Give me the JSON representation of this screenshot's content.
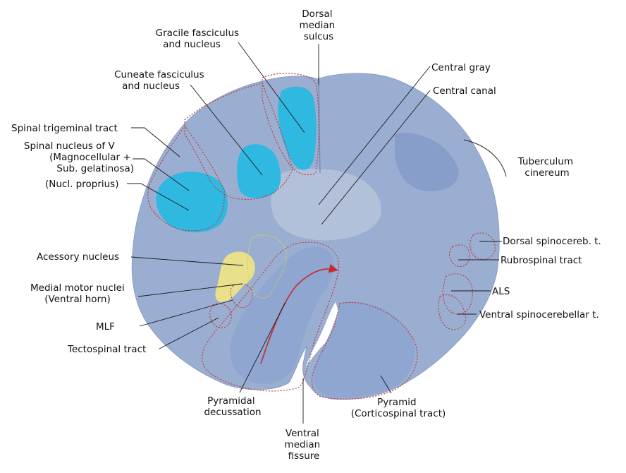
{
  "labels": {
    "dorsal_median_sulcus": [
      "Dorsal",
      "median",
      "sulcus"
    ],
    "gracile": [
      "Gracile fasciculus",
      "and nucleus"
    ],
    "cuneate": [
      "Cuneate fasciculus",
      "and nucleus"
    ],
    "spinal_trigeminal_tract": "Spinal trigeminal tract",
    "spinal_nucleus_v": [
      "Spinal nucleus of V",
      "(Magnocellular +",
      "Sub. gelatinosa)"
    ],
    "nucl_proprius": "(Nucl. proprius)",
    "acessory_nucleus": "Acessory nucleus",
    "medial_motor_nuclei": [
      "Medial motor nuclei",
      "(Ventral horn)"
    ],
    "mlf": "MLF",
    "tectospinal_tract": "Tectospinal tract",
    "pyramidal_decussation": [
      "Pyramidal",
      "decussation"
    ],
    "ventral_median_fissure": [
      "Ventral",
      "median",
      "fissure"
    ],
    "pyramid": [
      "Pyramid",
      "(Corticospinal tract)"
    ],
    "central_gray": "Central gray",
    "central_canal": "Central canal",
    "tuberculum_cinereum": [
      "Tuberculum",
      "cinereum"
    ],
    "dorsal_spinocereb": "Dorsal spinocereb. t.",
    "rubrospinal_tract": "Rubrospinal tract",
    "als": "ALS",
    "ventral_spinocerebellar": "Ventral spinocerebellar t."
  },
  "colors": {
    "tissue": "#9aaed2",
    "tissue_light": "#b6c3dc",
    "white_matter": "#8ea5cf",
    "highlight_cyan": "#2fb8e0",
    "highlight_yellow": "#e8e08a",
    "outline_red": "#c23a3a",
    "arrow_red": "#c62a2a"
  }
}
